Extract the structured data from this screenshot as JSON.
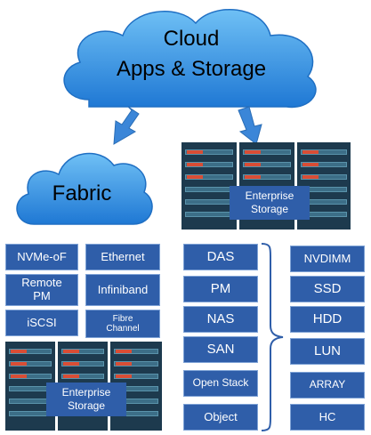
{
  "cloud_top": {
    "line1": "Cloud",
    "line2": "Apps & Storage"
  },
  "cloud_fabric": {
    "label": "Fabric"
  },
  "fabric_protocols": [
    {
      "label": "NVMe-oF"
    },
    {
      "label": "Ethernet"
    },
    {
      "label": "Remote PM"
    },
    {
      "label": "Infiniband"
    },
    {
      "label": "iSCSI"
    },
    {
      "label": "Fibre Channel"
    }
  ],
  "enterprise_storage_left": {
    "line1": "Enterprise",
    "line2": "Storage"
  },
  "enterprise_storage_right": {
    "line1": "Enterprise",
    "line2": "Storage"
  },
  "storage_types": [
    {
      "label": "DAS"
    },
    {
      "label": "PM"
    },
    {
      "label": "NAS"
    },
    {
      "label": "SAN"
    },
    {
      "label": "Open Stack"
    },
    {
      "label": "Object"
    }
  ],
  "media_types": [
    {
      "label": "NVDIMM"
    },
    {
      "label": "SSD"
    },
    {
      "label": "HDD"
    },
    {
      "label": "LUN"
    },
    {
      "label": "ARRAY"
    },
    {
      "label": "HC"
    }
  ],
  "colors": {
    "box": "#2f5ea9",
    "cloud": "#2f8fe0",
    "arrow": "#3b86d8",
    "rack": "#1d3a4e",
    "rack_accent": "#d94d35"
  }
}
